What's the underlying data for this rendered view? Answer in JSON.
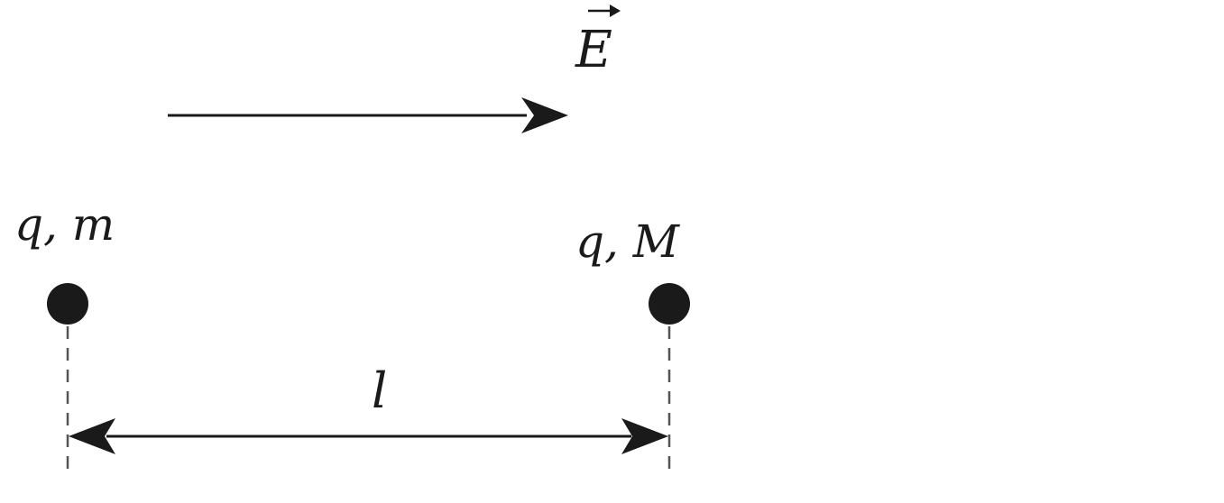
{
  "field": {
    "label": "E"
  },
  "particles": [
    {
      "label": "q, m"
    },
    {
      "label": "q, M"
    }
  ],
  "separation": {
    "label": "l"
  },
  "colors": {
    "ink": "#1a1a1a",
    "dash": "#555555",
    "background": "#ffffff"
  }
}
